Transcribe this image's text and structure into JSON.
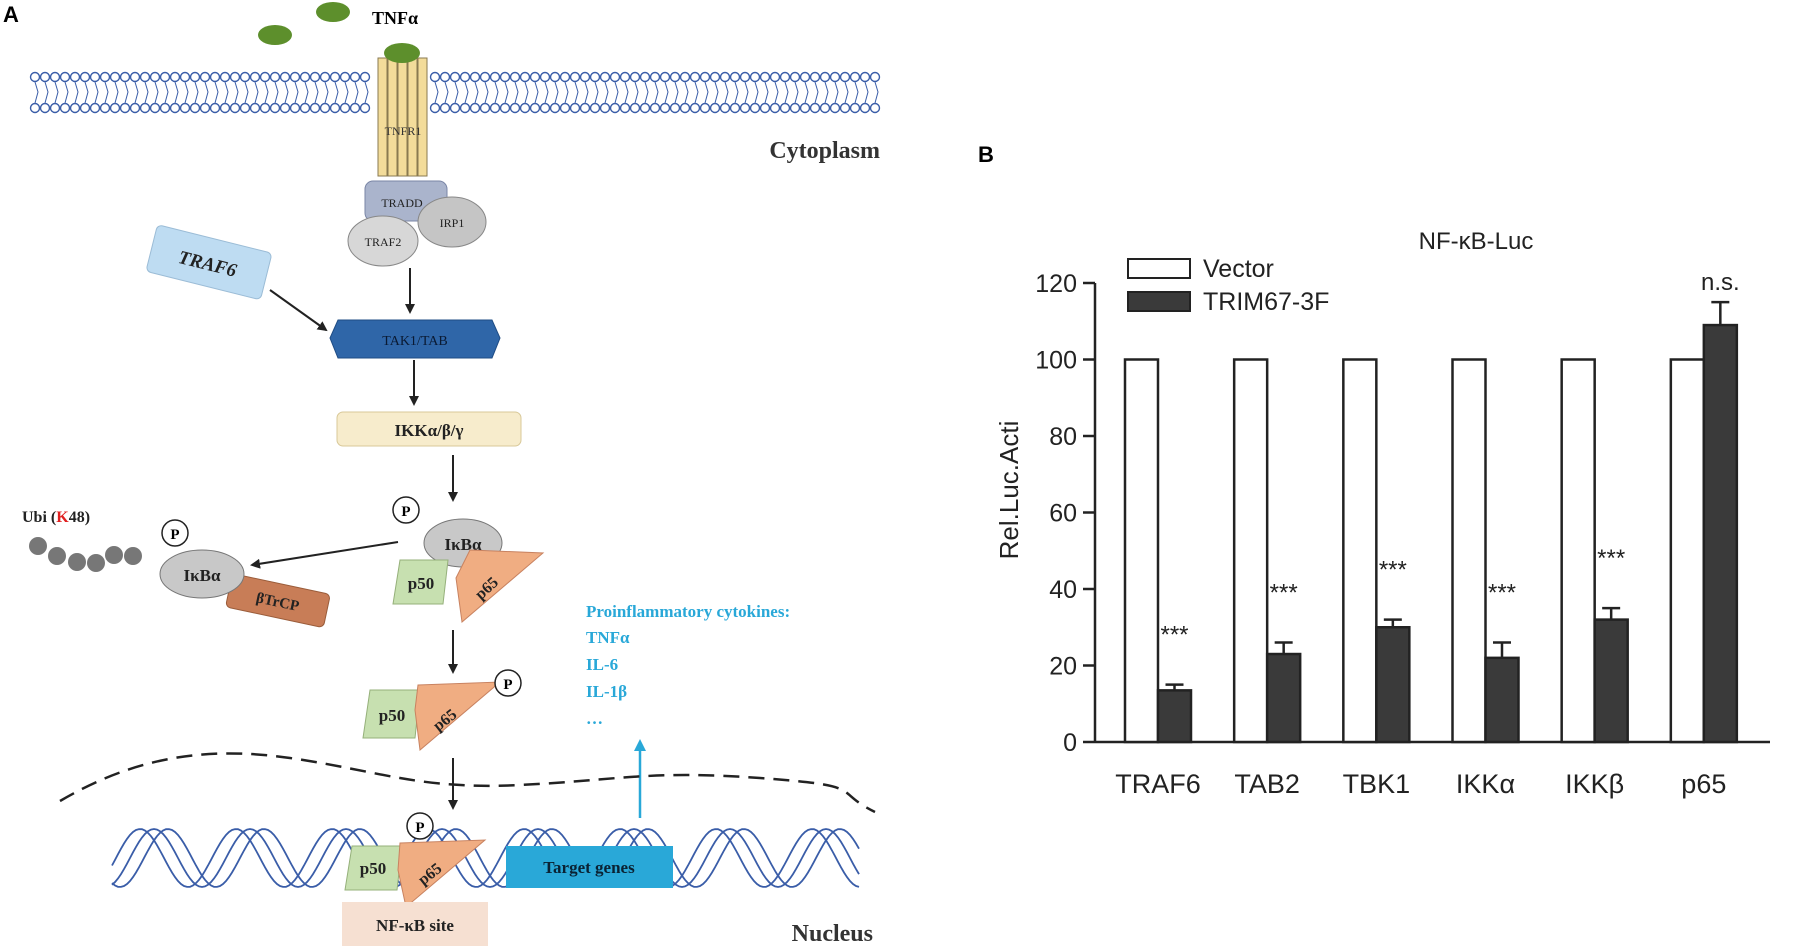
{
  "panels": {
    "a": "A",
    "b": "B"
  },
  "pathway": {
    "ligand": "TNFα",
    "receptor": "TNFR1",
    "cytoplasm_label": "Cytoplasm",
    "nucleus_label": "Nucleus",
    "adaptors": {
      "tradd": "TRADD",
      "irp1": "IRP1",
      "traf2": "TRAF2"
    },
    "traf6": "TRAF6",
    "tak1": "TAK1/TAB",
    "ikk": "IKKα/β/γ",
    "p": "P",
    "ikba": "IκBα",
    "btrcp": "βTrCP",
    "ubi_prefix": "Ubi (",
    "ubi_k": "K",
    "ubi_suffix": "48)",
    "p50": "p50",
    "p65": "p65",
    "target_genes": "Target genes",
    "nfkb_site": "NF-κB site",
    "cytokines": [
      "Proinflammatory cytokines:",
      "TNFα",
      "IL-6",
      "IL-1β",
      "…"
    ],
    "colors": {
      "receptor": "#f3dc9a",
      "tradd": "#aab4cc",
      "tak1": "#2f66a8",
      "ikk": "#f7eccc",
      "traf6": "#bedcf2",
      "p50": "#c7e0b0",
      "p65": "#f0ad82",
      "btrcp": "#c87d57",
      "target": "#29a8d8",
      "cytokine": "#29a8d8",
      "site": "#f6e0d2",
      "dna": "#3a5da8",
      "membrane": "#3a5da8",
      "ligand": "#5d8f2c",
      "k_red": "#e02020"
    }
  },
  "chart_data": {
    "type": "bar",
    "title": "NF-κB-Luc",
    "xlabel": "",
    "ylabel": "Rel.Luc.Acti",
    "ylim": [
      0,
      120
    ],
    "yticks": [
      0,
      20,
      40,
      60,
      80,
      100,
      120
    ],
    "categories": [
      "TRAF6",
      "TAB2",
      "TBK1",
      "IKKα",
      "IKKβ",
      "p65"
    ],
    "series": [
      {
        "name": "Vector",
        "values": [
          100,
          100,
          100,
          100,
          100,
          100
        ],
        "errors": [
          0,
          0,
          0,
          0,
          0,
          0
        ],
        "fill": "#ffffff"
      },
      {
        "name": "TRIM67-3F",
        "values": [
          13.5,
          23,
          30,
          22,
          32,
          109
        ],
        "errors": [
          1.5,
          3,
          2,
          4,
          3,
          6
        ],
        "fill": "#3a3a3a"
      }
    ],
    "significance": [
      "***",
      "***",
      "***",
      "***",
      "***",
      "n.s."
    ],
    "legend_position": "top-left",
    "grid": false
  }
}
